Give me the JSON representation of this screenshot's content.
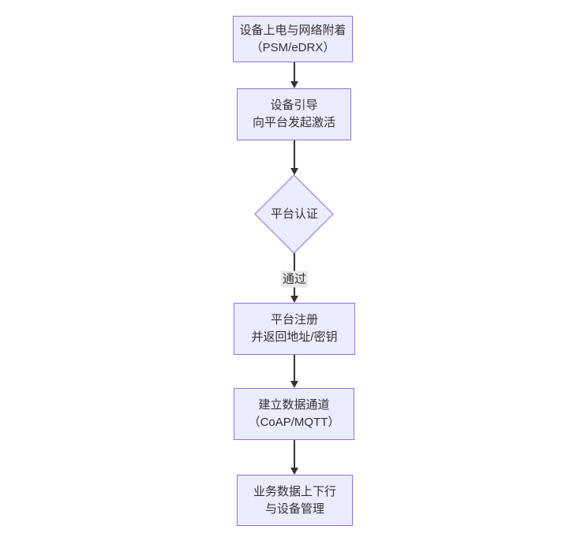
{
  "flowchart": {
    "nodes": {
      "attach": {
        "line1": "设备上电与网络附着",
        "line2": "（PSM/eDRX）"
      },
      "boot": {
        "line1": "设备引导",
        "line2": "向平台发起激活"
      },
      "auth": {
        "label": "平台认证"
      },
      "register": {
        "line1": "平台注册",
        "line2": "并返回地址/密钥"
      },
      "channel": {
        "line1": "建立数据通道",
        "line2": "（CoAP/MQTT）"
      },
      "business": {
        "line1": "业务数据上下行",
        "line2": "与设备管理"
      }
    },
    "edge_labels": {
      "pass": "通过"
    },
    "colors": {
      "node_fill": "#ECECFF",
      "node_border": "#9370DB",
      "text": "#333333",
      "arrow": "#333333",
      "edge_label_background": "#e8e8e8",
      "canvas_background": "#ffffff"
    }
  }
}
